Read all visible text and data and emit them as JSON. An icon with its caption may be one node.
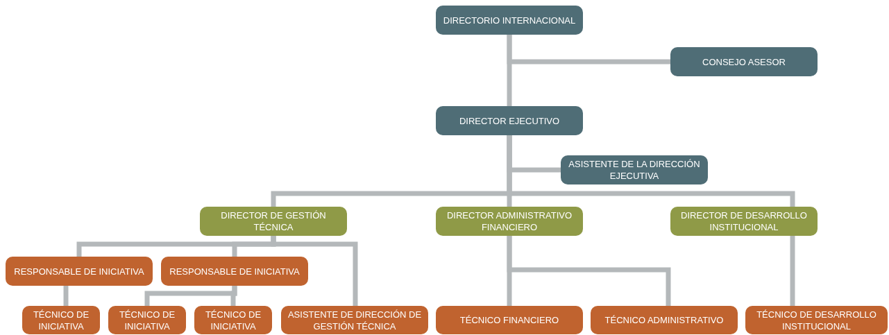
{
  "diagram": {
    "nodes": [
      {
        "text": [
          "DIRECTORIO INTERNACIONAL"
        ]
      },
      {
        "text": [
          "CONSEJO ASESOR"
        ]
      },
      {
        "text": [
          "DIRECTOR EJECUTIVO"
        ]
      },
      {
        "text": [
          "ASISTENTE DE LA DIRECCIÓN EJECUTIVA"
        ]
      },
      {
        "text": [
          "DIRECTOR DE GESTIÓN TÉCNICA"
        ]
      },
      {
        "text": [
          "DIRECTOR ADMINISTRATIVO FINANCIERO"
        ]
      },
      {
        "text": [
          "DIRECTOR DE DESARROLLO INSTITUCIONAL"
        ]
      },
      {
        "text": [
          "RESPONSABLE DE INICIATIVA"
        ]
      },
      {
        "text": [
          "RESPONSABLE DE INICIATIVA"
        ]
      },
      {
        "text": [
          "TÉCNICO DE INICIATIVA"
        ]
      },
      {
        "text": [
          "TÉCNICO DE INICIATIVA"
        ]
      },
      {
        "text": [
          "TÉCNICO DE INICIATIVA"
        ]
      },
      {
        "text": [
          "ASISTENTE DE DIRECCIÓN DE GESTIÓN TÉCNICA"
        ]
      },
      {
        "text": [
          "TÉCNICO FINANCIERO"
        ]
      },
      {
        "text": [
          "TÉCNICO ADMINISTRATIVO"
        ]
      },
      {
        "text": [
          "TÉCNICO DE DESARROLLO INSTITUCIONAL"
        ]
      }
    ],
    "edges": [
      {
        "from": 0,
        "to": 1,
        "arrow": "none"
      },
      {
        "from": 0,
        "to": 2,
        "arrow": "none"
      },
      {
        "from": 2,
        "to": 3,
        "arrow": "none"
      },
      {
        "from": 2,
        "to": 4,
        "arrow": "none"
      },
      {
        "from": 2,
        "to": 5,
        "arrow": "none"
      },
      {
        "from": 2,
        "to": 6,
        "arrow": "none"
      },
      {
        "from": 4,
        "to": 7,
        "arrow": "none"
      },
      {
        "from": 4,
        "to": 8,
        "arrow": "none"
      },
      {
        "from": 4,
        "to": 12,
        "arrow": "none"
      },
      {
        "from": 7,
        "to": 9,
        "arrow": "none"
      },
      {
        "from": 8,
        "to": 10,
        "arrow": "none"
      },
      {
        "from": 8,
        "to": 11,
        "arrow": "none"
      },
      {
        "from": 5,
        "to": 13,
        "arrow": "none"
      },
      {
        "from": 5,
        "to": 14,
        "arrow": "none"
      },
      {
        "from": 6,
        "to": 15,
        "arrow": "none"
      }
    ]
  }
}
